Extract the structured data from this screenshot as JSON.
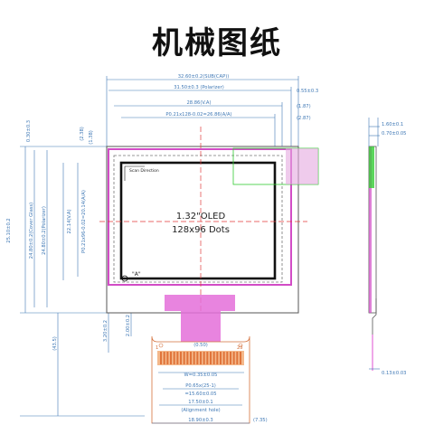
{
  "title": "机械图纸",
  "display": {
    "line1": "1.32\"OLED",
    "line2": "128x96 Dots",
    "scan_direction": "Scan Direction",
    "marker": "\"A\""
  },
  "dims_top": {
    "d1": "32.60±0.2(SUB(CAP))",
    "d2": "31.50±0.3 (Polarizer)",
    "d3": "28.86(V.A)",
    "d4": "P0.21x128-0.02=26.86(A/A)",
    "r1": "0.55±0.3",
    "r2": "(1.87)",
    "r3": "(2.87)"
  },
  "dims_left": {
    "a": "0.30±0.3",
    "b": "(2.38)",
    "c": "(1.38)",
    "d": "P0.21x96-0.02=20.14(A/A)",
    "e": "22.14(V.A)",
    "f": "24.80±0.2(Polarizer)",
    "g": "24.80±0.2(Cover Glass)",
    "h": "25.10±0.2",
    "i": "(43.5)",
    "j": "3.20±0.2",
    "k": "2.00±0.2"
  },
  "dims_fpc": {
    "pin_first": "1",
    "pin_last": "25",
    "a": "(0.50)",
    "b": "W=0.35±0.05",
    "c": "P0.65x(25-1)",
    "d": "=15.60±0.05",
    "e": "17.50±0.1",
    "f": "(Alignment hole)",
    "g": "18.90±0.3",
    "h": "(7.35)"
  },
  "dims_side": {
    "a": "1.60±0.1",
    "b": "0.70±0.05",
    "c": "0.13±0.03"
  },
  "colors": {
    "dimension": "#3f78b5",
    "secondary": "#d4703b",
    "border": "#d24cc6",
    "fpc": "#e46fd9",
    "connector": "#e0743a",
    "center": "#e23a3a",
    "tape": "#33cc33"
  }
}
